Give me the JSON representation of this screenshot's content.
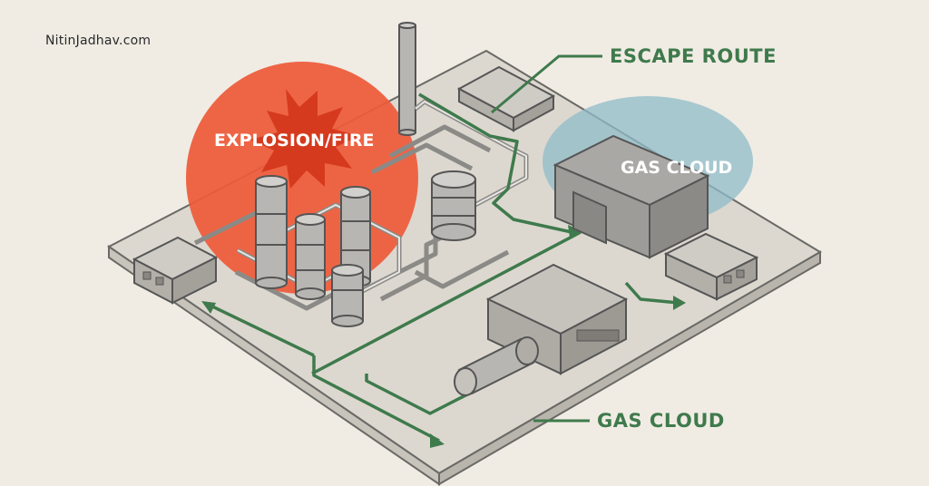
{
  "site": {
    "label": "NitinJadhav.com"
  },
  "labels": {
    "explosion": "EXPLOSION/FIRE",
    "gas_cloud_zone": "GAS CLOUD",
    "escape_route": "ESCAPE ROUTE",
    "gas_cloud_callout": "GAS CLOUD"
  },
  "colors": {
    "background": "#f0ece4",
    "fire_zone": "#ee5a3a",
    "burst": "#d63a1e",
    "gas_zone": "#8fbcc8",
    "route": "#3f7a4c",
    "ground": "#dcd8d0",
    "structure": "#b8b6b2"
  },
  "icons": [
    "explosion-burst-icon",
    "escape-arrow-icon"
  ]
}
